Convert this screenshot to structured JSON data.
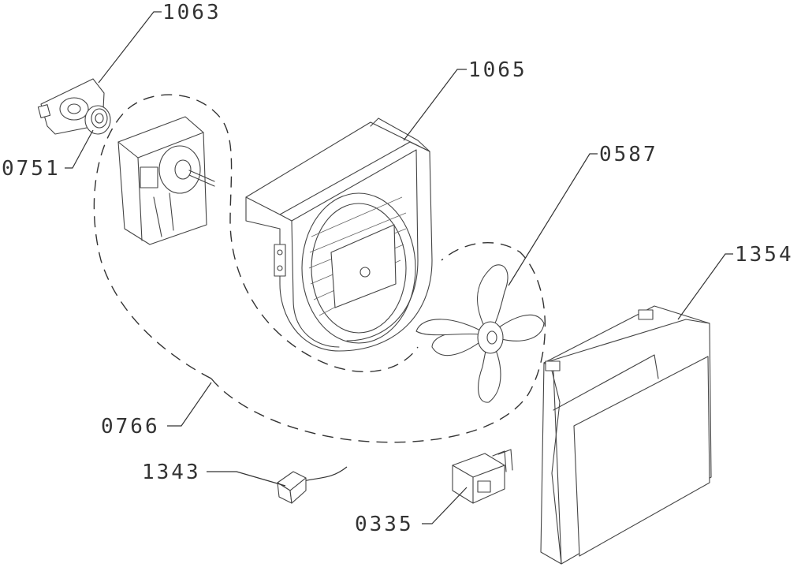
{
  "callouts": [
    {
      "id": "c1063",
      "text": "1063"
    },
    {
      "id": "c0751",
      "text": "0751"
    },
    {
      "id": "c1065",
      "text": "1065"
    },
    {
      "id": "c0587",
      "text": "0587"
    },
    {
      "id": "c1354",
      "text": "1354"
    },
    {
      "id": "c0766",
      "text": "0766"
    },
    {
      "id": "c1343",
      "text": "1343"
    },
    {
      "id": "c0335",
      "text": "0335"
    }
  ]
}
